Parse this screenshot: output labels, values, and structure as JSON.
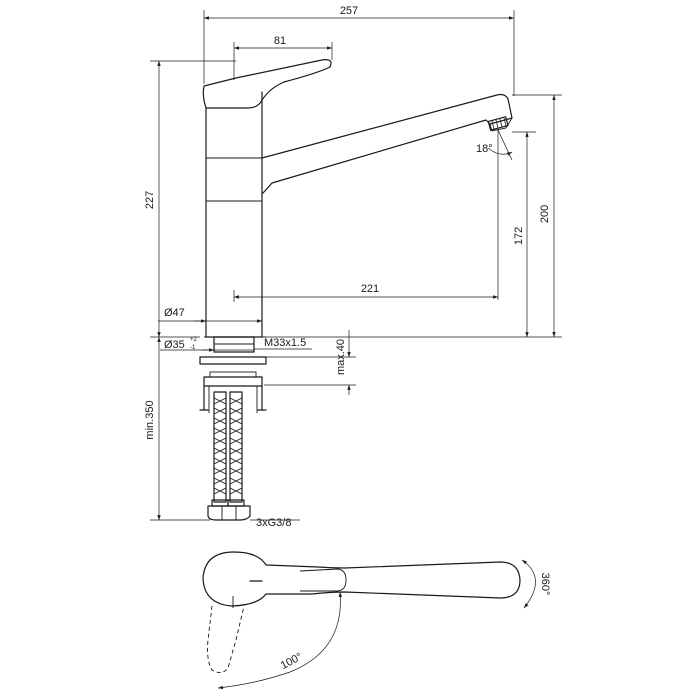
{
  "dimensions": {
    "total_width": "257",
    "lever_width": "81",
    "body_height": "227",
    "outlet_height": "200",
    "aerator_height": "172",
    "spout_reach": "221",
    "body_diameter": "Ø47",
    "hole_diameter": "Ø35",
    "hole_tol_plus": "+2",
    "hole_tol_minus": "-1",
    "thread": "M33x1.5",
    "deck_thickness": "max.40",
    "hose_length": "min.350",
    "hose_connections": "3xG3/8",
    "spout_angle": "18°",
    "swivel_angle": "360°",
    "lever_angle": "100°"
  }
}
